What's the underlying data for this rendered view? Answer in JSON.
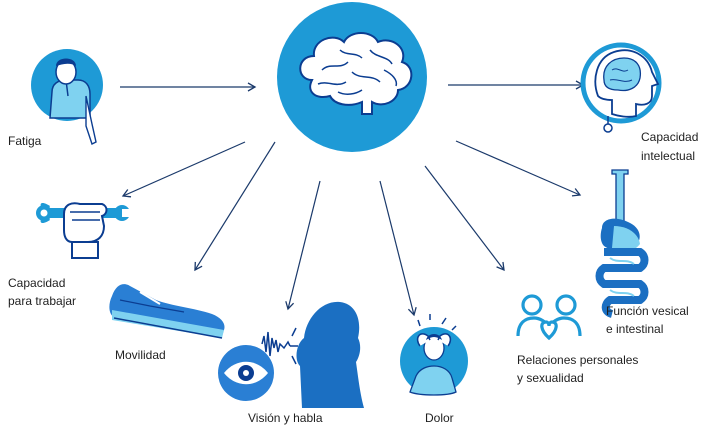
{
  "center": {
    "icon": "brain-icon",
    "color": "#1e9ad6"
  },
  "colors": {
    "primary": "#1e9ad6",
    "dark": "#0b3d91",
    "mid": "#1b6fc2",
    "arrow": "#1b3a6b"
  },
  "labels": {
    "fatiga": "Fatiga",
    "capacidad_trabajar": "Capacidad\npara trabajar",
    "movilidad": "Movilidad",
    "vision_habla": "Visión y habla",
    "dolor": "Dolor",
    "relaciones": "Relaciones personales\ny sexualidad",
    "funcion_vesical": "Función vesical\ne intestinal",
    "capacidad_intelectual": "Capacidad\nintelectual"
  },
  "icons": [
    "person-tired-icon",
    "wrench-fist-icon",
    "sneaker-icon",
    "eye-icon",
    "speaking-head-icon",
    "headache-icon",
    "couple-heart-icon",
    "digestive-system-icon",
    "head-brain-icon"
  ]
}
